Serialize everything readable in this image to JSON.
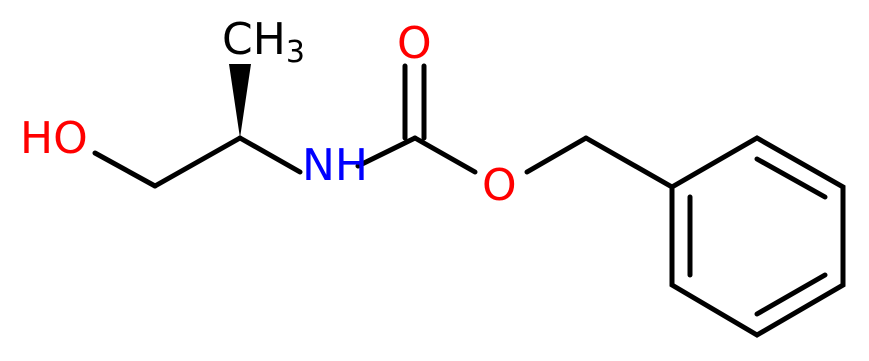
{
  "molecule": {
    "atoms": {
      "hydroxyl": {
        "label": "HO",
        "color": "#ff0000"
      },
      "amine": {
        "label": "NH",
        "color": "#0000ff"
      },
      "carbonyl_oxygen": {
        "label": "O",
        "color": "#ff0000"
      },
      "ester_oxygen": {
        "label": "O",
        "color": "#ff0000"
      },
      "methyl": {
        "label": "CH",
        "subscript": "3",
        "color": "#000000"
      }
    },
    "bond_color": "#000000"
  }
}
